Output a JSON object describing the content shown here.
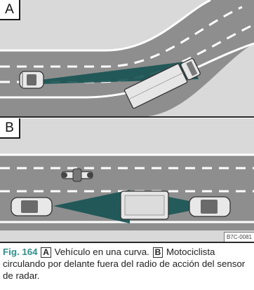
{
  "figure": {
    "panel_a": {
      "label": "A"
    },
    "panel_b": {
      "label": "B",
      "code": "B7C-0081"
    },
    "caption": {
      "fig_label": "Fig. 164",
      "box_a": "A",
      "text_a": "Vehículo en una curva.",
      "box_b": "B",
      "text_b": "Motociclista circulando por delante fuera del radio de acción del sensor de radar."
    },
    "colors": {
      "road": "#8e8e8e",
      "grass": "#d6d6d6",
      "radar": "#1a5454",
      "teal": "#2f8f8f"
    }
  }
}
